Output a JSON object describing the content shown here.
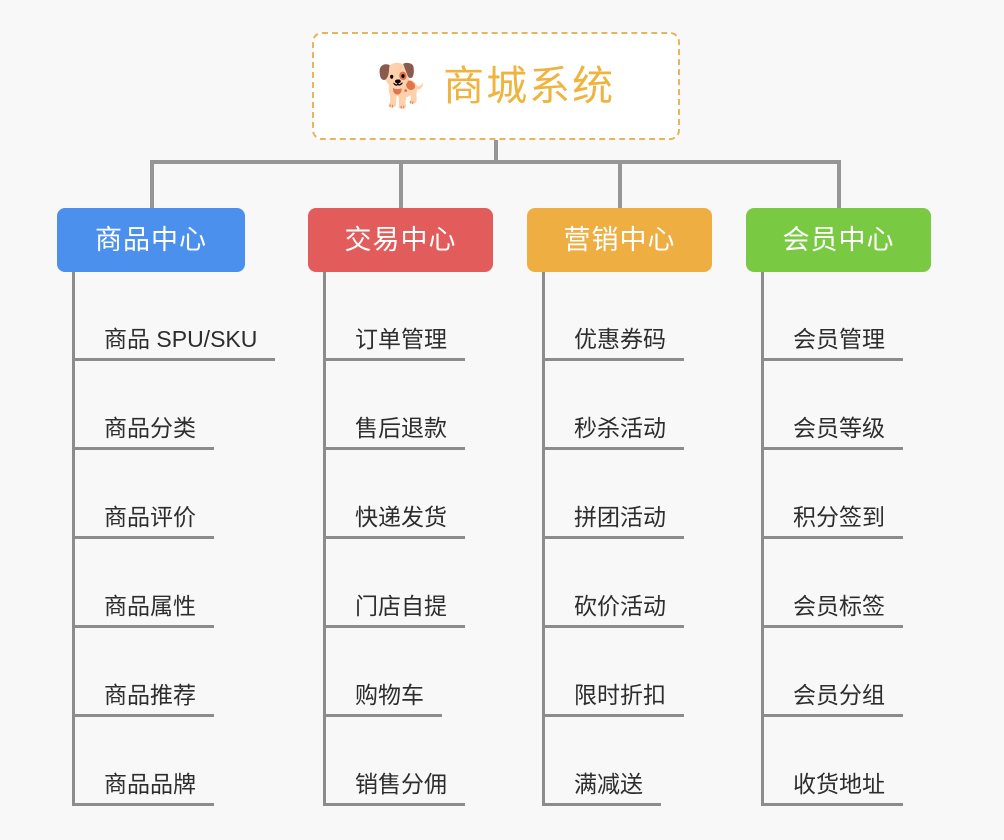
{
  "root": {
    "icon": "shiba-dog-face-icon",
    "icon_glyph": "🐕",
    "title": "商城系统",
    "accent_color": "#efb33f",
    "border_style": "dashed",
    "background": "#ffffff"
  },
  "canvas": {
    "background_color": "#f8f8f8",
    "connector_color": "#969696"
  },
  "branches": [
    {
      "label": "商品中心",
      "color": "#4a90ec",
      "color_name": "blue",
      "items": [
        {
          "label": "商品 SPU/SKU"
        },
        {
          "label": "商品分类"
        },
        {
          "label": "商品评价"
        },
        {
          "label": "商品属性"
        },
        {
          "label": "商品推荐"
        },
        {
          "label": "商品品牌"
        }
      ]
    },
    {
      "label": "交易中心",
      "color": "#e25c5c",
      "color_name": "red",
      "items": [
        {
          "label": "订单管理"
        },
        {
          "label": "售后退款"
        },
        {
          "label": "快递发货"
        },
        {
          "label": "门店自提"
        },
        {
          "label": "购物车"
        },
        {
          "label": "销售分佣"
        }
      ]
    },
    {
      "label": "营销中心",
      "color": "#eeae42",
      "color_name": "orange",
      "items": [
        {
          "label": "优惠券码"
        },
        {
          "label": "秒杀活动"
        },
        {
          "label": "拼团活动"
        },
        {
          "label": "砍价活动"
        },
        {
          "label": "限时折扣"
        },
        {
          "label": "满减送"
        }
      ]
    },
    {
      "label": "会员中心",
      "color": "#7ac943",
      "color_name": "green",
      "items": [
        {
          "label": "会员管理"
        },
        {
          "label": "会员等级"
        },
        {
          "label": "积分签到"
        },
        {
          "label": "会员标签"
        },
        {
          "label": "会员分组"
        },
        {
          "label": "收货地址"
        }
      ]
    }
  ]
}
